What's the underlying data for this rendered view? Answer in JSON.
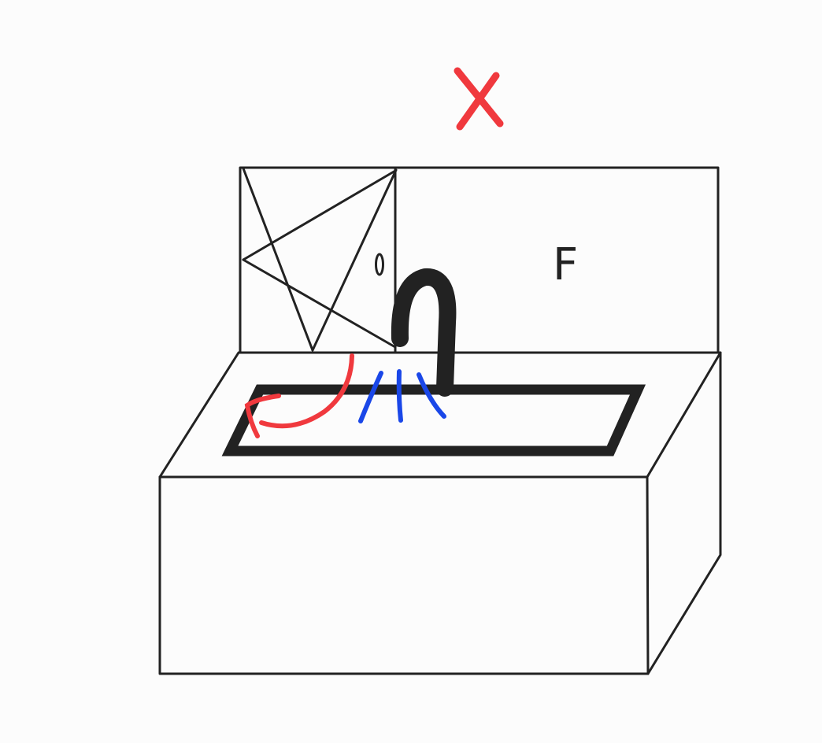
{
  "diagram": {
    "backsplash_label": "F",
    "window_handle_label": "0",
    "colors": {
      "ink": "#222222",
      "cross_mark": "#f0393e",
      "redirect_arrow": "#f0393e",
      "water_spray": "#1a47e8",
      "background": "#fcfcfc"
    },
    "icons": {
      "cross": "x-mark",
      "redirect": "curved-arrow",
      "spray": "water-lines"
    }
  }
}
